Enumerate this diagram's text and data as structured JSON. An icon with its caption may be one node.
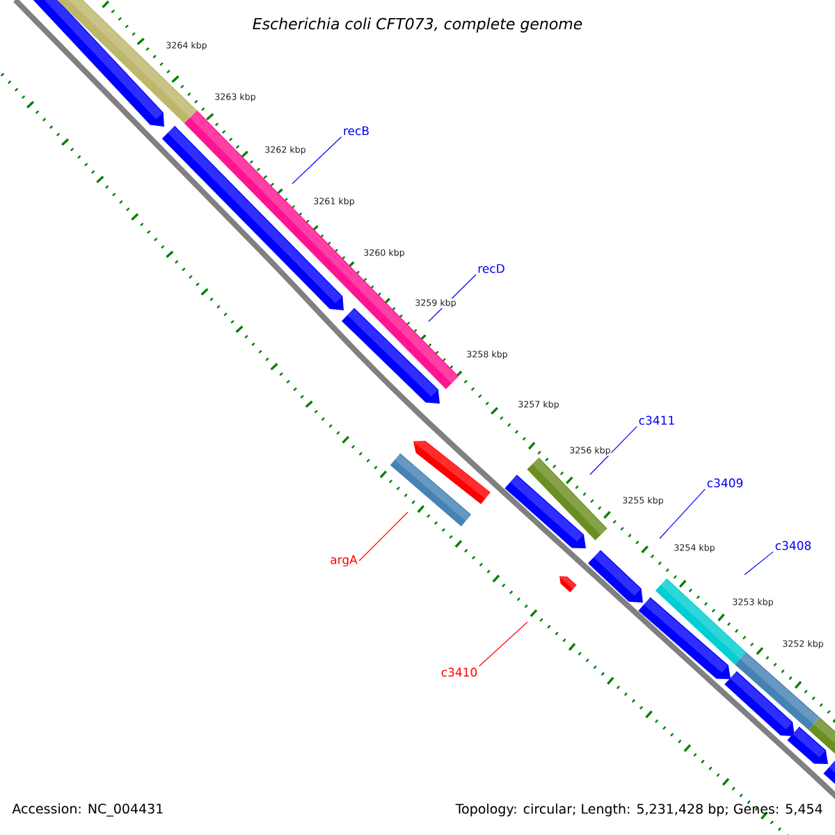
{
  "diagram": {
    "title": "Escherichia coli CFT073, complete genome",
    "nodes": [
      {
        "text": [
          "recB"
        ]
      },
      {
        "text": [
          "recD"
        ]
      },
      {
        "text": [
          "c3411"
        ]
      },
      {
        "text": [
          "c3409"
        ]
      },
      {
        "text": [
          "c3408"
        ]
      },
      {
        "text": [
          "argA"
        ]
      },
      {
        "text": [
          "c3410"
        ]
      }
    ],
    "edges": [
      {
        "from": 0,
        "to": null,
        "arrow": "none"
      },
      {
        "from": 1,
        "to": null,
        "arrow": "none"
      },
      {
        "from": 2,
        "to": null,
        "arrow": "none"
      },
      {
        "from": 3,
        "to": null,
        "arrow": "none"
      },
      {
        "from": 4,
        "to": null,
        "arrow": "none"
      },
      {
        "from": 5,
        "to": null,
        "arrow": "none",
        "color": "#ff0000"
      },
      {
        "from": 6,
        "to": null,
        "arrow": "none",
        "color": "#ff0000"
      }
    ],
    "labels": [
      "3264 kbp",
      "3263 kbp",
      "3262 kbp",
      "3261 kbp",
      "3260 kbp",
      "3259 kbp",
      "3258 kbp",
      "3257 kbp",
      "3256 kbp",
      "3255 kbp",
      "3254 kbp",
      "3253 kbp",
      "3252 kbp",
      "Accession: NC_004431",
      "Topology: circular; Length: 5,231,428 bp; Genes: 5,454"
    ]
  }
}
